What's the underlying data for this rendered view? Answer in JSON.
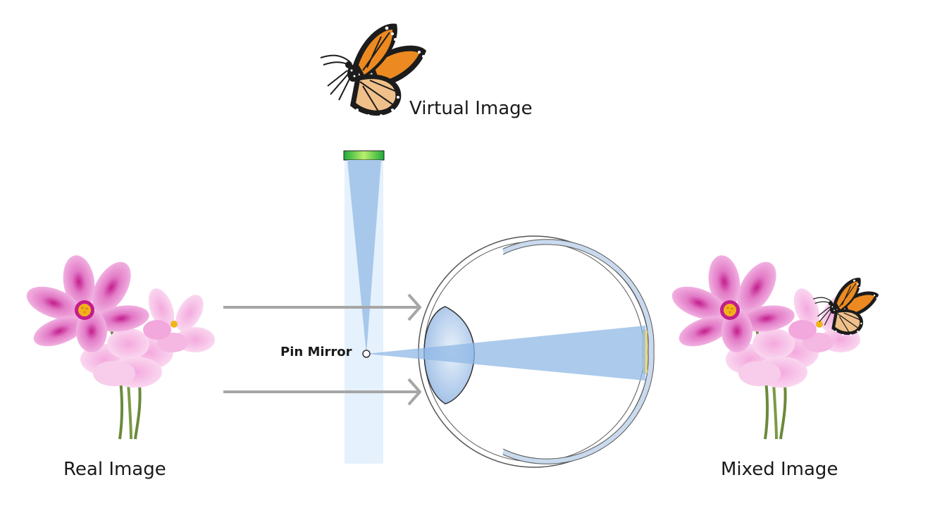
{
  "labels": {
    "virtual_image": "Virtual Image",
    "pin_mirror": "Pin Mirror",
    "real_image": "Real Image",
    "mixed_image": "Mixed Image"
  },
  "colors": {
    "arrow": "#a6a6a6",
    "light_cone": "#a7c8ea",
    "light_strip": "#e5f1fc",
    "display": "#1faa3a",
    "eye_outline": "#555555",
    "retina": "#c9daee",
    "lens": "#bcd3ef",
    "fovea": "#f1dd7a",
    "petal": "#ee9ad8",
    "petal_center": "#cc3aa0",
    "pollen": "#f2b21b",
    "stem": "#6a8a3a",
    "wing_orange": "#ec8a21",
    "wing_black": "#1c1c1c"
  },
  "icons": {
    "virtual_object": "butterfly",
    "real_object": "flowers",
    "mixed_object": "flowers-with-butterfly"
  }
}
